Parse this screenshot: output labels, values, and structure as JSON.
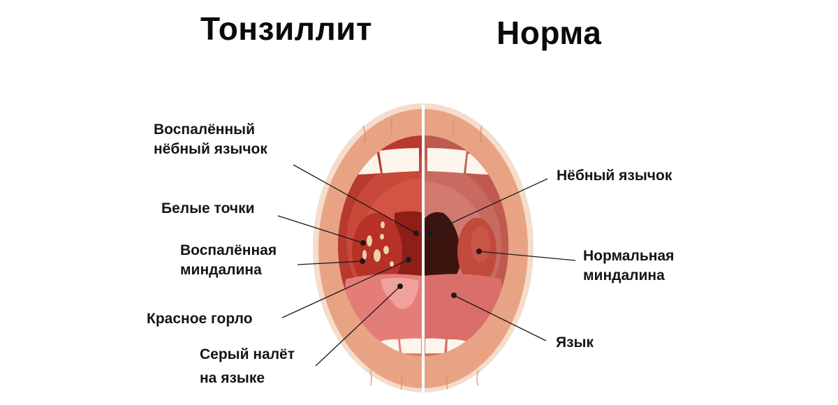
{
  "titles": {
    "left": "Тонзиллит",
    "right": "Норма"
  },
  "left_labels": [
    {
      "id": "inflamed-uvula",
      "lines": [
        "Воспалённый",
        "нёбный язычок"
      ]
    },
    {
      "id": "white-spots",
      "lines": [
        "Белые точки"
      ]
    },
    {
      "id": "inflamed-tonsil",
      "lines": [
        "Воспалённая",
        "миндалина"
      ]
    },
    {
      "id": "red-throat",
      "lines": [
        "Красное горло"
      ]
    },
    {
      "id": "grey-coating",
      "lines": [
        "Серый налёт",
        "на языке"
      ]
    }
  ],
  "right_labels": [
    {
      "id": "uvula",
      "lines": [
        "Нёбный язычок"
      ]
    },
    {
      "id": "normal-tonsil",
      "lines": [
        "Нормальная",
        "миндалина"
      ]
    },
    {
      "id": "tongue",
      "lines": [
        "Язык"
      ]
    }
  ],
  "colors": {
    "lip_outer": "#f2d3bd",
    "lip": "#e7a183",
    "lip_dark": "#d88866",
    "teeth": "#fbf5ec",
    "palate_left": "#c8493a",
    "palate_right": "#c36459",
    "throat_left": "#8e1e16",
    "throat_right": "#3b1410",
    "tonsil_left": "#b83126",
    "tonsil_right": "#c14a3c",
    "spots": "#ecd0b0",
    "tongue_left": "#e47d78",
    "tongue_right": "#da6e6b",
    "divider": "#ffffff",
    "leader_line": "#1a1a1a"
  }
}
